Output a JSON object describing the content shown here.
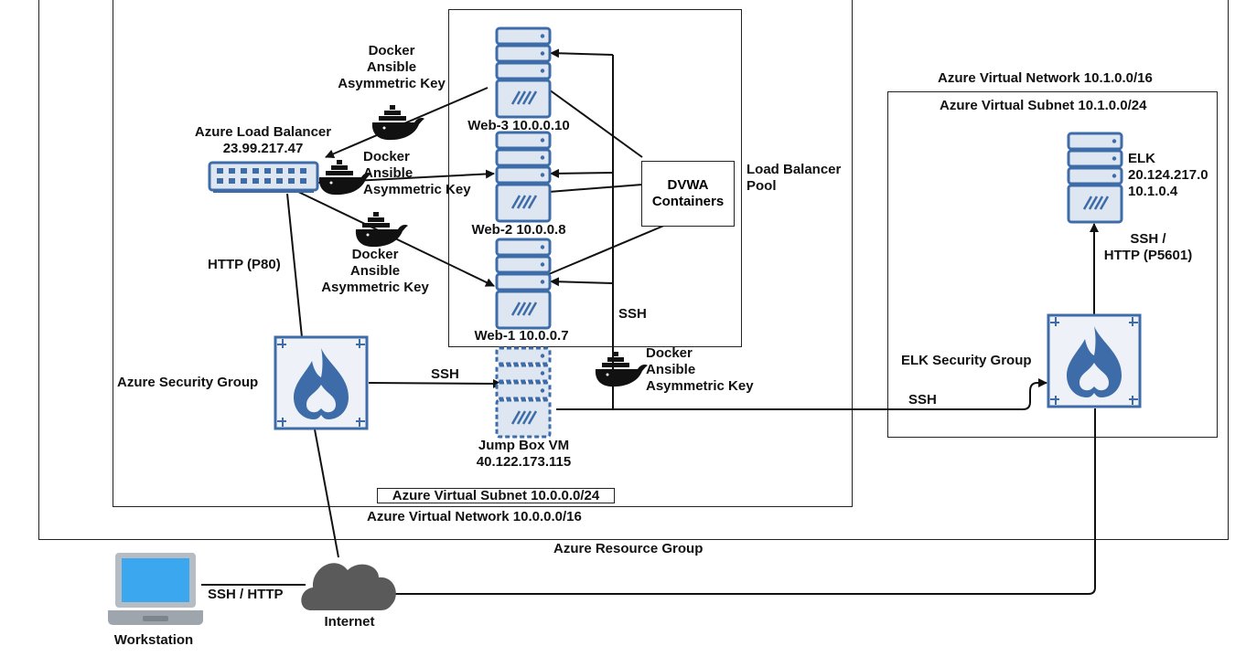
{
  "labels": {
    "resource_group": "Azure Resource Group",
    "vnet_main": "Azure Virtual Network 10.0.0.0/16",
    "subnet_main": "Azure Virtual Subnet 10.0.0.0/24",
    "vnet_elk": "Azure Virtual Network 10.1.0.0/16",
    "subnet_elk": "Azure Virtual Subnet 10.1.0.0/24",
    "lb_title": "Azure Load Balancer",
    "lb_ip": "23.99.217.47",
    "web3": "Web-3 10.0.0.10",
    "web2": "Web-2 10.0.0.8",
    "web1": "Web-1 10.0.0.7",
    "dvwa_line1": "DVWA",
    "dvwa_line2": "Containers",
    "lb_pool_line1": "Load Balancer",
    "lb_pool_line2": "Pool",
    "docker_top": [
      "Docker",
      "Ansible",
      "Asymmetric Key"
    ],
    "docker_mid": [
      "Docker",
      "Ansible",
      "Asymmetric Key"
    ],
    "docker_low": [
      "Docker",
      "Ansible",
      "Asymmetric Key"
    ],
    "docker_right": [
      "Docker",
      "Ansible",
      "Asymmetric Key"
    ],
    "http_p80": "HTTP (P80)",
    "ssh_pool": "SSH",
    "ssh_jump": "SSH",
    "ssh_elk": "SSH",
    "ssh_http_ws": "SSH / HTTP",
    "ssh_http_elk_1": "SSH /",
    "ssh_http_elk_2": "HTTP (P5601)",
    "azure_sg": "Azure Security Group",
    "elk_sg": "ELK Security Group",
    "jump_title": "Jump Box VM",
    "jump_ip": "40.122.173.115",
    "elk_name": "ELK",
    "elk_ip_public": "20.124.217.0",
    "elk_ip_private": "10.1.0.4",
    "internet": "Internet",
    "workstation": "Workstation"
  },
  "colors": {
    "server_fill": "#dde6f1",
    "server_stroke": "#3d6ca8",
    "sg_blue": "#3d6ca8",
    "docker": "#111111",
    "cloud": "#5a5a5a",
    "laptop_screen": "#3aa7ee",
    "laptop_body": "#9ea5ad"
  },
  "icons": {
    "server": "server-rack-icon",
    "load_balancer": "network-switch-icon",
    "security_group": "azure-security-flame-icon",
    "docker": "docker-whale-icon",
    "cloud": "cloud-icon",
    "laptop": "laptop-icon"
  }
}
